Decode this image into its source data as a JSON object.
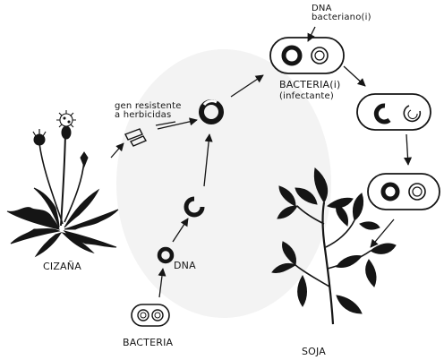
{
  "labels": {
    "dna_bacteriano": [
      "DNA",
      "bacteriano(i)"
    ],
    "gen_resistente": [
      "gen resistente",
      "a herbicidas"
    ],
    "bacteria_infectante": [
      "BACTERIA(i)",
      "(infectante)"
    ],
    "cizana": "CIZAÑA",
    "dna": "DNA",
    "bacteria": "BACTERIA",
    "soja": "SOJA"
  },
  "colors": {
    "ink": "#151515",
    "background": "#ffffff",
    "paper_tint": "#f3f3f3"
  }
}
